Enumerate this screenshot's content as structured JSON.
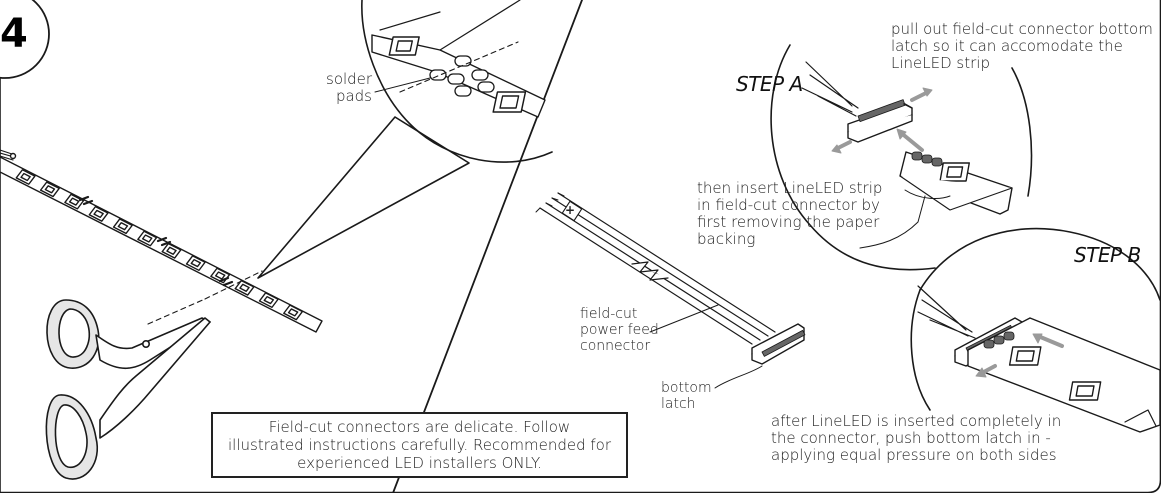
{
  "step_number": "4",
  "left_panel": {
    "solder_pads_label": [
      "solder",
      "pads"
    ]
  },
  "step_a": {
    "title": "STEP A",
    "instruction_top": [
      "pull out field-cut connector bottom",
      "latch so it can accomodate the",
      "LineLED strip"
    ],
    "instruction_insert": [
      "then insert LineLED strip",
      "in field-cut connector by",
      "first removing the paper",
      "backing"
    ]
  },
  "step_b": {
    "title": "STEP B",
    "instruction": [
      "after LineLED is inserted completely in",
      "the connector, push bottom latch in -",
      "applying equal pressure on both sides"
    ]
  },
  "connector_labels": {
    "power_feed": [
      "field-cut",
      "power feed",
      "connector"
    ],
    "bottom_latch": [
      "bottom",
      "latch"
    ],
    "polarity_symbol": "+"
  },
  "notice_box": {
    "lines": [
      "Field-cut connectors are delicate. Follow",
      "illustrated instructions carefully. Recommended for",
      "experienced LED installers ONLY."
    ]
  },
  "colors": {
    "line": "#1a1a1a",
    "arrow": "#9a9a9a",
    "fill_gray": "#d9d9d9"
  }
}
